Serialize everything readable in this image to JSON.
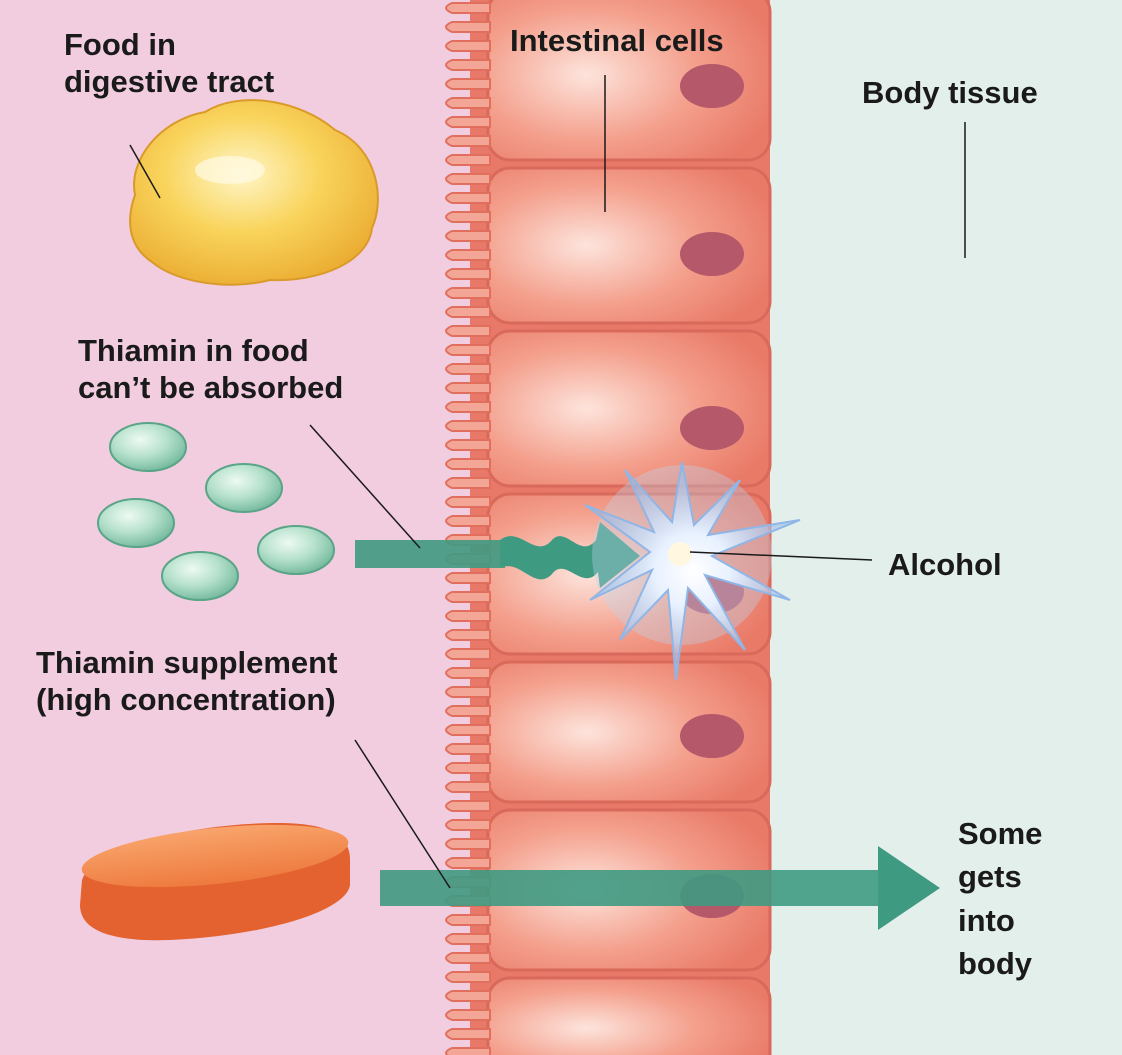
{
  "labels": {
    "food": [
      "Food in",
      "digestive tract"
    ],
    "intestinal_cells": "Intestinal cells",
    "body_tissue": "Body tissue",
    "thiamin_food": [
      "Thiamin in food",
      "can’t be absorbed"
    ],
    "alcohol": "Alcohol",
    "thiamin_supplement": [
      "Thiamin supplement",
      "(high concentration)"
    ],
    "some_gets": [
      "Some",
      "gets",
      "into",
      "body"
    ]
  },
  "colors": {
    "lumen_background": "#f2cde0",
    "body_tissue_background": "#e3efea",
    "intestinal_cell": "#f08a78",
    "nucleus": "#b4586a",
    "arrow": "#3f9a82",
    "thiamin_granule": "#a9d9c3",
    "food_lump": "#f6c64a",
    "supplement_tablet": "#ef6f3c",
    "alcohol_burst": "#9fc4ec"
  }
}
